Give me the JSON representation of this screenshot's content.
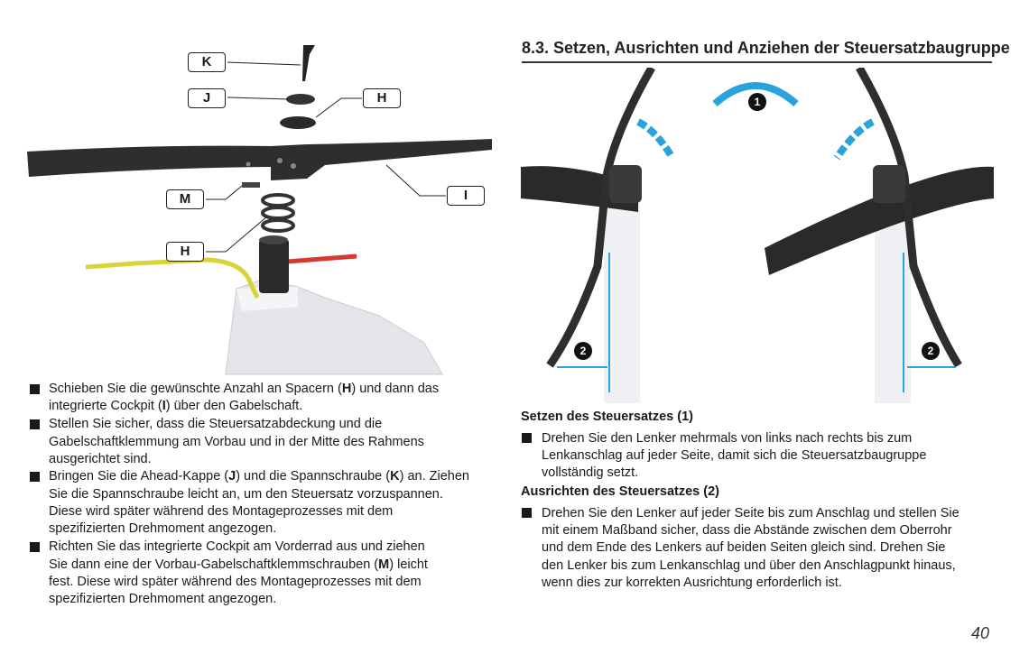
{
  "figure_left": {
    "labels": {
      "k": "K",
      "j": "J",
      "h_top": "H",
      "m": "M",
      "i": "I",
      "h_bottom": "H"
    }
  },
  "left_list": {
    "item1": {
      "l1a": "Schieben Sie die gewünschte Anzahl an Spacern (",
      "l1b": "H",
      "l1c": ") und dann das",
      "l2a": "integrierte Cockpit (",
      "l2b": "I",
      "l2c": ") über den Gabelschaft."
    },
    "item2": {
      "l1": "Stellen Sie sicher, dass die Steuersatzabdeckung und die",
      "l2": "Gabelschaftklemmung am Vorbau und in der Mitte des Rahmens",
      "l3": "ausgerichtet sind."
    },
    "item3": {
      "l1a": "Bringen Sie die Ahead-Kappe (",
      "l1b": "J",
      "l1c": ") und die Spannschraube (",
      "l1d": "K",
      "l1e": ") an. Ziehen",
      "l2": "Sie die Spannschraube leicht an, um den Steuersatz vorzuspannen.",
      "l3": "Diese wird später während des Montageprozesses mit dem",
      "l4": "spezifizierten Drehmoment angezogen."
    },
    "item4": {
      "l1": "Richten Sie das integrierte Cockpit am Vorderrad aus und ziehen",
      "l2a": "Sie dann eine der Vorbau-Gabelschaftklemmschrauben (",
      "l2b": "M",
      "l2c": ") leicht",
      "l3": "fest. Diese wird später während des Montageprozesses mit dem",
      "l4": "spezifizierten Drehmoment angezogen."
    }
  },
  "section": {
    "title": "8.3. Setzen, Ausrichten und Anziehen der Steuersatzbaugruppe"
  },
  "figure_right": {
    "marker1": "1",
    "marker2_left": "2",
    "marker2_right": "2",
    "accent": "#29a3dc"
  },
  "seat": {
    "heading": "Setzen des Steuersatzes (1)",
    "l1": "Drehen Sie den Lenker mehrmals von links nach rechts bis zum",
    "l2": "Lenkanschlag auf jeder Seite, damit sich die Steuersatzbaugruppe",
    "l3": "vollständig setzt."
  },
  "align": {
    "heading": "Ausrichten des Steuersatzes (2)",
    "l1": "Drehen Sie den Lenker auf jeder Seite bis zum Anschlag und stellen Sie",
    "l2": "mit einem Maßband sicher, dass die Abstände zwischen dem Oberrohr",
    "l3": "und dem Ende des Lenkers auf beiden Seiten gleich sind. Drehen Sie",
    "l4": "den Lenker bis zum Lenkanschlag und über den Anschlagpunkt hinaus,",
    "l5": "wenn dies zur korrekten Ausrichtung erforderlich ist."
  },
  "page_number": "40"
}
